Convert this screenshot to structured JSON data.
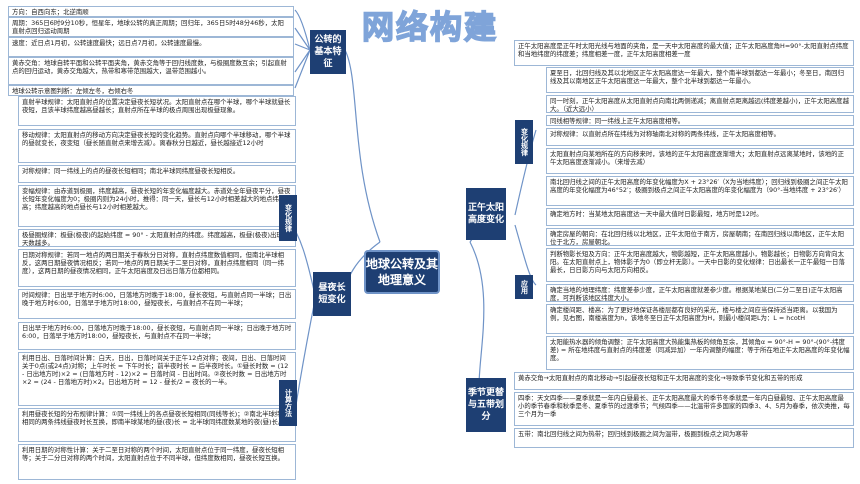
{
  "watermark": "网络构建",
  "center": "地球公转及其地理意义",
  "categories": {
    "revolution": "公转的基本特征",
    "daylength": "昼夜长短变化",
    "noon": "正午太阳高度变化",
    "seasons": "季节更替与五带划分"
  },
  "subs": {
    "rule": "变化规律",
    "calc": "计算方法",
    "noon_rule": "变化规律",
    "noon_app": "应用"
  },
  "rev_items": [
    "方向：自西向东；北逆南顺",
    "周期：365日6时9分10秒，恒星年，地球公转的真正周期；回归年，365日5时48分46秒，太阳直射点回归运动周期",
    "速度：近日点1月初，公转速度最快；远日点7月初，公转速度最慢。",
    "黄赤交角：地球自转平面和公转平面夹角，黄赤交角等于回归线度数，与极圈度数互余；引起直射点的回归运动，黄赤交角越大，热带和寒带范围越大，温带范围越小。",
    "地球公转示意图判断：左倾左冬，右倾右冬"
  ],
  "day_items": [
    "直射半球规律：太阳直射点的位置决定昼夜长短状况。太阳直射点在哪个半球，哪个半球就昼长夜短，且该半球纬度越高昼越长；直射点所在半球的极点周围出现极昼现象。",
    "移动规律：太阳直射点的移动方向决定昼夜长短的变化趋势。直射点向哪个半球移动，哪个半球的昼就变长，夜变短（昼长随直射点来增去减）。离春秋分日越近，昼长越接近12小时",
    "对称规律：同一纬线上的点的昼夜长短相同；南北半球同纬度昼夜长短相反。",
    "变幅规律：由赤道到极圈，纬度越高，昼夜长短的年变化幅度越大。赤道处全年昼夜平分，昼夜长短年变化幅度为0；极圈内则为24小时，推得：同一天，昼长与12小时相差越大的地点纬度越高；纬度越高的地点昼长与12小时相差越大。",
    "极昼圈规律：极昼(极夜)的起始纬度 = 90° - 太阳直射点的纬度。纬度越高，极昼(极夜)出现的天数越多。",
    "日期对称规律：若同一地点的两日期关于春秋分日对称，直射点纬度数值相同，但南北半球相反，这两日期昼夜情况相反；若同一地点的两日期关于二至日对称，直射点纬度相同（同一纬度），这两日期的昼夜情况相同，正午太阳高度及日出日落方位都相同。",
    "时间规律：日出早于地方时6:00，日落地方时晚于18:00，昼长夜短，与直射点同一半球；日出晚于地方时6:00，日落早于地方时18:00，昼短夜长，与直射点不在同一半球；"
  ],
  "calc_items": [
    "日出早于地方时6:00，日落地方时晚于18:00，昼长夜短，与直射点同一半球；日出晚于地方时6:00，日落早于地方时18:00，昼短夜长，与直射点不在同一半球；",
    "利用日出、日落时间计算：白天，日出，日落时间关于正午12点对称；夜间，日出、日落时间关于0点(或24点)对称；上午时长 = 下午时长；前半夜时长 = 后半夜时长。①昼长时数 = (12 - 日出地方时)×2 = (日落地方时 - 12)×2 = 日落时间 - 日出时间。②夜长时数 = 日出地方时×2 = (24 - 日落地方时)×2。日出地方时 = 12 - 昼长/2 = 夜长的一半。",
    "利用昼夜长短的分布规律计算：①同一纬线上的各点昼夜长短相同(同线等长)；②南北半球纬度相同的两条纬线昼夜时长互换，即南半球某地的昼(夜)长 = 北半球同纬度数某地的夜(昼)长。",
    "利用日期的对称性计算：关于二至日对称的两个时间，太阳直射点位于同一纬度，昼夜长短相等；关于二分日对称的两个时间，太阳直射点位于不同半球，但纬度数相同，昼夜长短互换。"
  ],
  "noon_def": "正午太阳高度是正午时太阳光线与地面的夹角，是一天中太阳高度的最大值；正午太阳高度角H=90°-太阳直射点纬度和当地纬度的纬度差；纬度相差一度，正午太阳高度相差一度",
  "noon_rule": [
    "夏至日，北回归线及其以北地区正午太阳高度达一年最大，整个南半球到都达一年最小；冬至日，南回归线及其以南地区正午太阳高度达一年最大，整个北半球到都达一年最小。",
    "同一时刻，正午太阳高度从太阳直射点向南北两侧递减；离直射点距离越远(纬度差越小)，正午太阳高度越大。（近大远小）",
    "同线相等规律：同一纬线上正午太阳高度相等。",
    "对称规律：以直射点所在纬线为对称轴南北对称的两条纬线，正午太阳高度相等。",
    "太阳直射点向某地所在的方向移来时，该地的正午太阳高度逐渐增大；太阳直射点远离某地时，该地的正午太阳高度逐渐减小。（来增去减）",
    "南北回归线之间的正午太阳高度的年变化幅度为X + 23°26′（X为当地纬度）；回归线到极圈之间正午太阳高度的年变化幅度为46°52′；极圈到极点之间正午太阳高度的年变化幅度为（90°-当地纬度 + 23°26′）"
  ],
  "noon_app": [
    "确定地方时：当某地太阳高度达一天中最大值时日影最短，地方时是12时。",
    "确定房屋的朝向：在北回归线以北地区，正午太阳位于南方，房屋朝南；在南回归线以南地区，正午太阳位于北方，房屋朝北。",
    "判断物影长短及方向：正午太阳高度越大，物影越短，正午太阳高度越小，物影越长；日物影方向背向太阳。在太阳直射点上，物体影子为0（即立杆无影）。一天中日影的变化规律：日出最长一正午最短一日落最长，日日影方向与太阳方向相反。",
    "确定当地的地理纬度：纬度差参少度，正午太阳高度就差参少度。根据某地某日(二分二至日)正午太阳高度，可判断该地区纬度大小。",
    "确定楼间距、楼高：为了更好地保证各楼层都有良好的采光，楼与楼之间应当保持适当距离。以我国为例，见右图，南楼高度为h，该地冬至日正午太阳高度为H，则最小楼间距L为：L = hcotH",
    "太阳能热水器的倾角调整：正午太阳高度大热能集热板的倾角互余，其倾角α = 90°-H = 90°-(90°-纬度差) = 所在地纬度与直射点的纬度差（同减异加）一年内调整的幅度：等于所在地正午太阳高度的年变化幅度。"
  ],
  "season_items": [
    "黄赤交角→太阳直射点的南北移动→引起昼夜长短和正午太阳高度的变化→导致季节变化和五带的形成",
    "四季：天文四季——夏季就是一年内白昼最长、正午太阳高度最大的季节冬季就是一年内白昼最短、正午太阳高度最小的季节春季和秋季是冬、夏季节的过渡季节；气候四季——北温带许多国家的四季3、4、5月为春季，依次类推，每三个月为一季",
    "五带：南北回归线之间为热带；回归线到极圈之间为温带，极圈到极点之间为寒带"
  ]
}
